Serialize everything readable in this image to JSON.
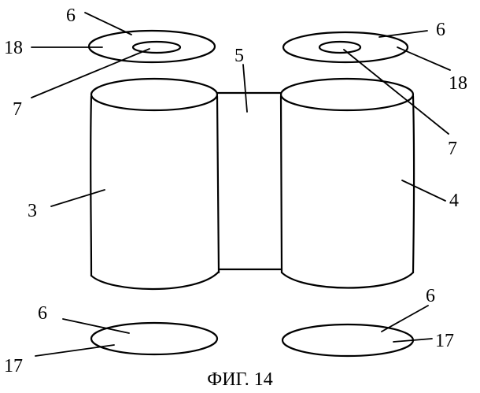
{
  "labels": {
    "l6_top_left": "6",
    "l18_left": "18",
    "l7_left": "7",
    "l5": "5",
    "l6_top_right": "6",
    "l18_right": "18",
    "l7_right": "7",
    "l3": "3",
    "l4": "4",
    "l6_bottom_left": "6",
    "l17_left": "17",
    "l6_bottom_right": "6",
    "l17_right": "17"
  },
  "caption": "ФИГ. 14"
}
